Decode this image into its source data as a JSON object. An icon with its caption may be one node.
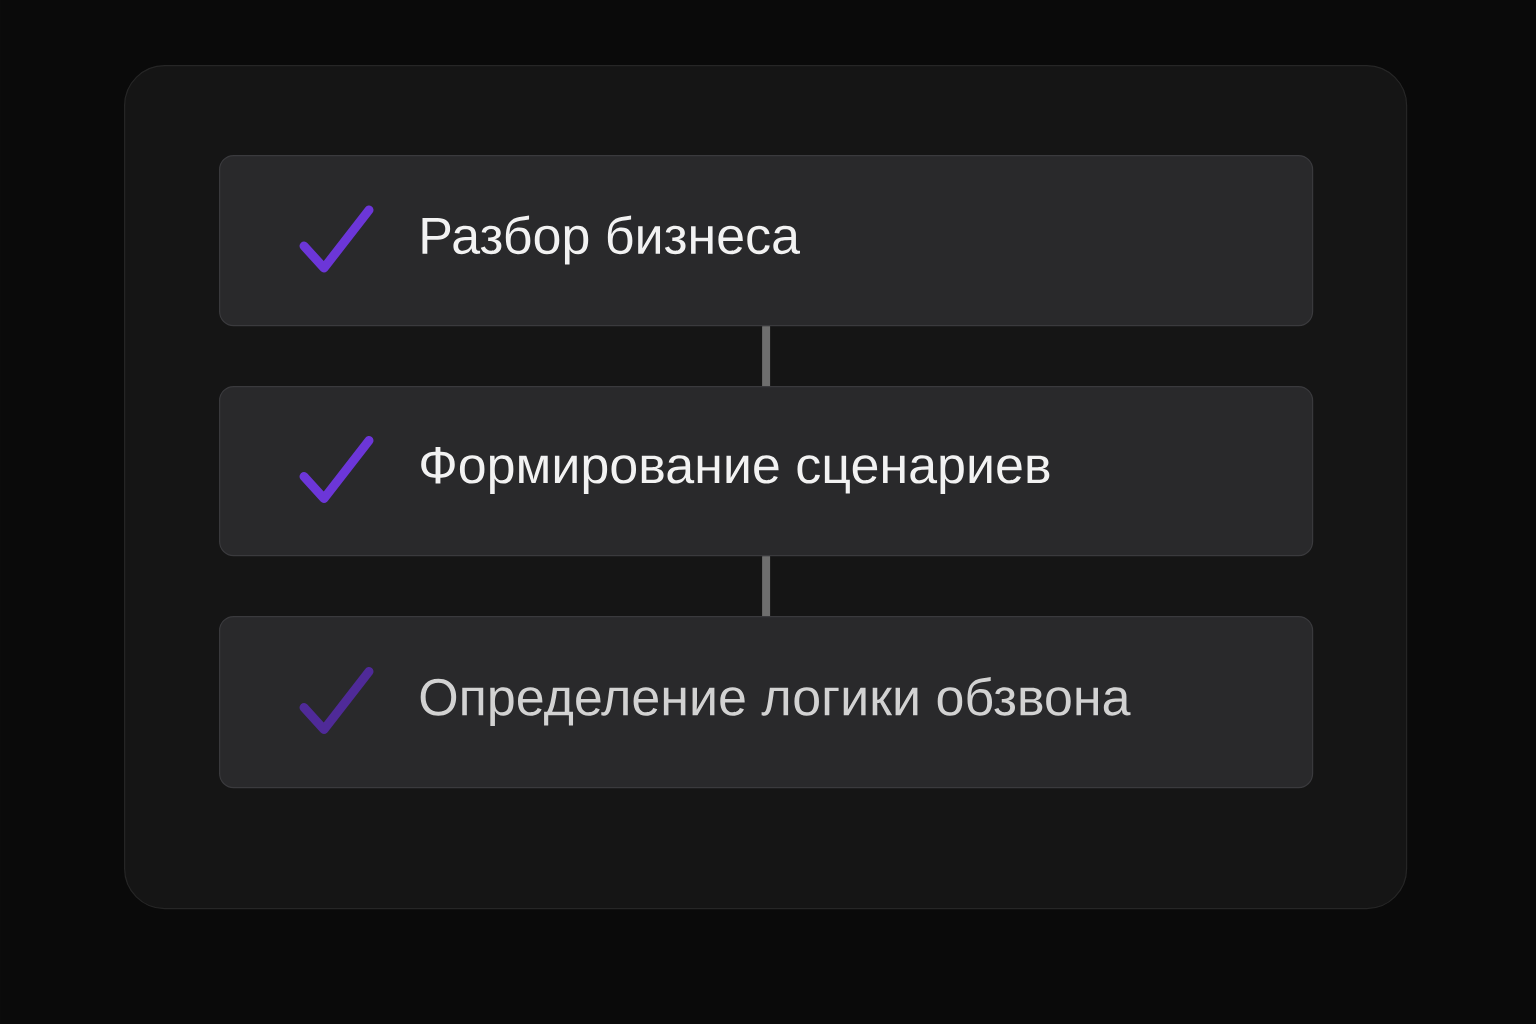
{
  "diagram": {
    "nodes": [
      {
        "text": [],
        "shape": "box"
      },
      {
        "text": [
          "Разбор бизнеса"
        ],
        "in": 0
      },
      {
        "text": [
          "Формирование сценариев"
        ],
        "in": 0
      },
      {
        "text": [
          "Определение логики обзвона"
        ],
        "in": 0
      }
    ],
    "edges": [
      {
        "from": 1,
        "to": 2,
        "arrow": "none"
      },
      {
        "from": 2,
        "to": 3,
        "arrow": "none"
      }
    ]
  }
}
